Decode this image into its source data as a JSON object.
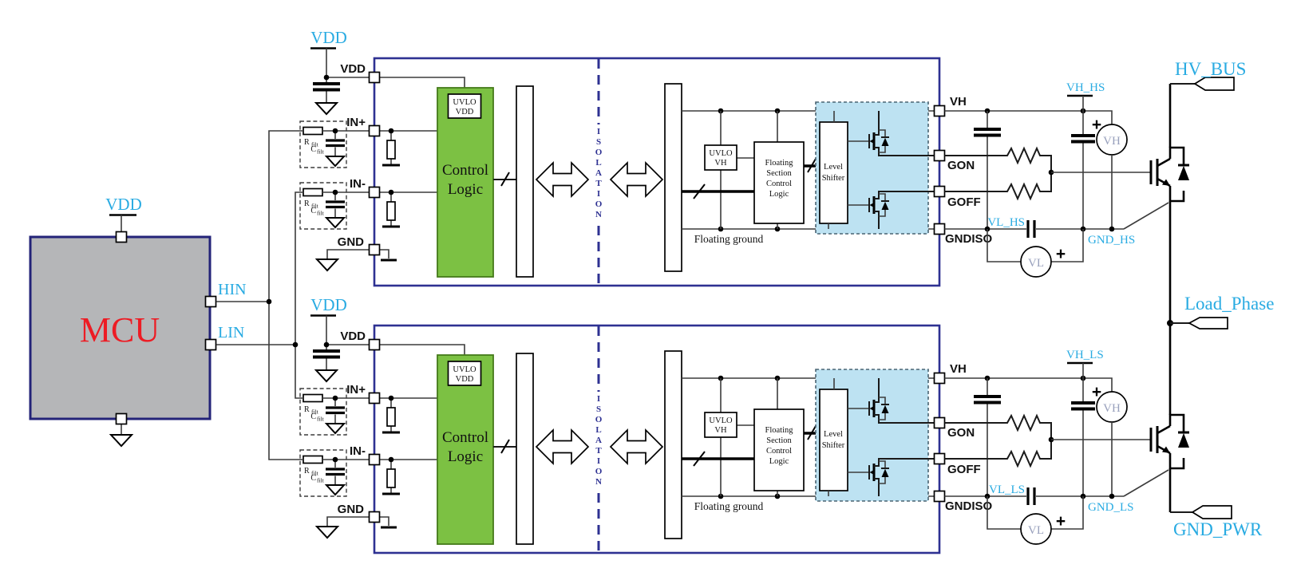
{
  "mcu": {
    "title": "MCU",
    "vdd": "VDD",
    "hin": "HIN",
    "lin": "LIN"
  },
  "driver": {
    "vdd_ext": "VDD",
    "pins": {
      "vdd": "VDD",
      "in_plus": "IN+",
      "in_minus": "IN-",
      "gnd": "GND",
      "vh": "VH",
      "gon": "GON",
      "goff": "GOFF",
      "gndiso": "GNDISO"
    },
    "filter": {
      "r": "R",
      "r_sub": "filt",
      "c": "C",
      "c_sub": "filt"
    },
    "uvlo_vdd": {
      "l1": "UVLO",
      "l2": "VDD"
    },
    "control_logic": {
      "l1": "Control",
      "l2": "Logic"
    },
    "isolation": [
      "I",
      "S",
      "O",
      "L",
      "A",
      "T",
      "I",
      "O",
      "N"
    ],
    "uvlo_vh": {
      "l1": "UVLO",
      "l2": "VH"
    },
    "fscl": {
      "l1": "Floating",
      "l2": "Section",
      "l3": "Control",
      "l4": "Logic"
    },
    "level_shifter": {
      "l1": "Level",
      "l2": "Shifter"
    },
    "floating_ground": "Floating ground",
    "vh_source": "VH",
    "vl_source": "VL",
    "plus": "+"
  },
  "high_side": {
    "vh": "VH_HS",
    "vl": "VL_HS",
    "gnd": "GND_HS"
  },
  "low_side": {
    "vh": "VH_LS",
    "vl": "VL_LS",
    "gnd": "GND_LS"
  },
  "power": {
    "hv_bus": "HV_BUS",
    "load_phase": "Load_Phase",
    "gnd_pwr": "GND_PWR"
  },
  "colors": {
    "net_label": "#29abe2",
    "mcu_text": "#ed1c24",
    "mcu_fill": "#b5b6b8",
    "mcu_border": "#232378",
    "driver_border": "#2e3192",
    "isolation": "#2e3192",
    "control_logic_fill": "#7cc143",
    "mosfet_region_fill": "#bde2f2",
    "source_label": "#98a0bc"
  }
}
